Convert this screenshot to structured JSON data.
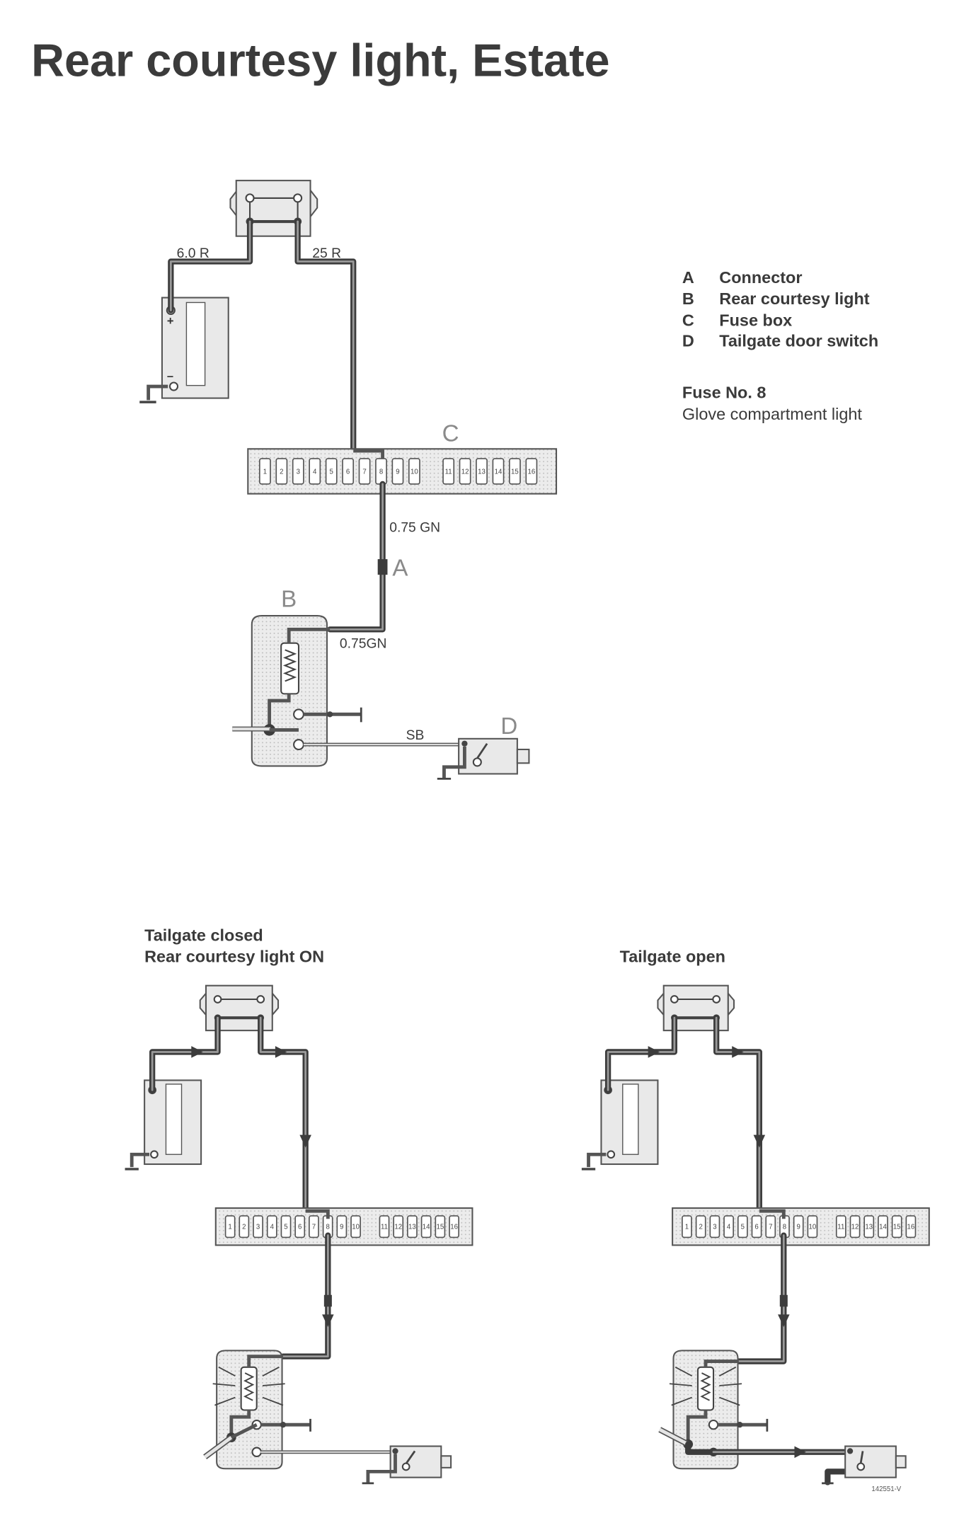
{
  "title": "Rear courtesy light, Estate",
  "legend": [
    {
      "letter": "A",
      "text": "Connector"
    },
    {
      "letter": "B",
      "text": "Rear courtesy light"
    },
    {
      "letter": "C",
      "text": "Fuse box"
    },
    {
      "letter": "D",
      "text": "Tailgate door switch"
    }
  ],
  "fuse": {
    "title": "Fuse No. 8",
    "description": "Glove compartment light"
  },
  "wire_labels": {
    "battery_wire": "6.0 R",
    "fusebox_feed": "25 R",
    "fuse_out": "0.75 GN",
    "light_in": "0.75GN",
    "switch_wire": "SB"
  },
  "component_letters": {
    "a": "A",
    "b": "B",
    "c": "C",
    "d": "D"
  },
  "fuse_numbers": [
    "1",
    "2",
    "3",
    "4",
    "5",
    "6",
    "7",
    "8",
    "9",
    "10",
    "11",
    "12",
    "13",
    "14",
    "15",
    "16"
  ],
  "captions": {
    "closed_line1": "Tailgate closed",
    "closed_line2": "Rear courtesy light ON",
    "open": "Tailgate open"
  },
  "figure_code": "142551-V",
  "colors": {
    "wire": "#3c3c3c",
    "component_fill": "#e9e9e9",
    "text": "#3a3a3a"
  }
}
